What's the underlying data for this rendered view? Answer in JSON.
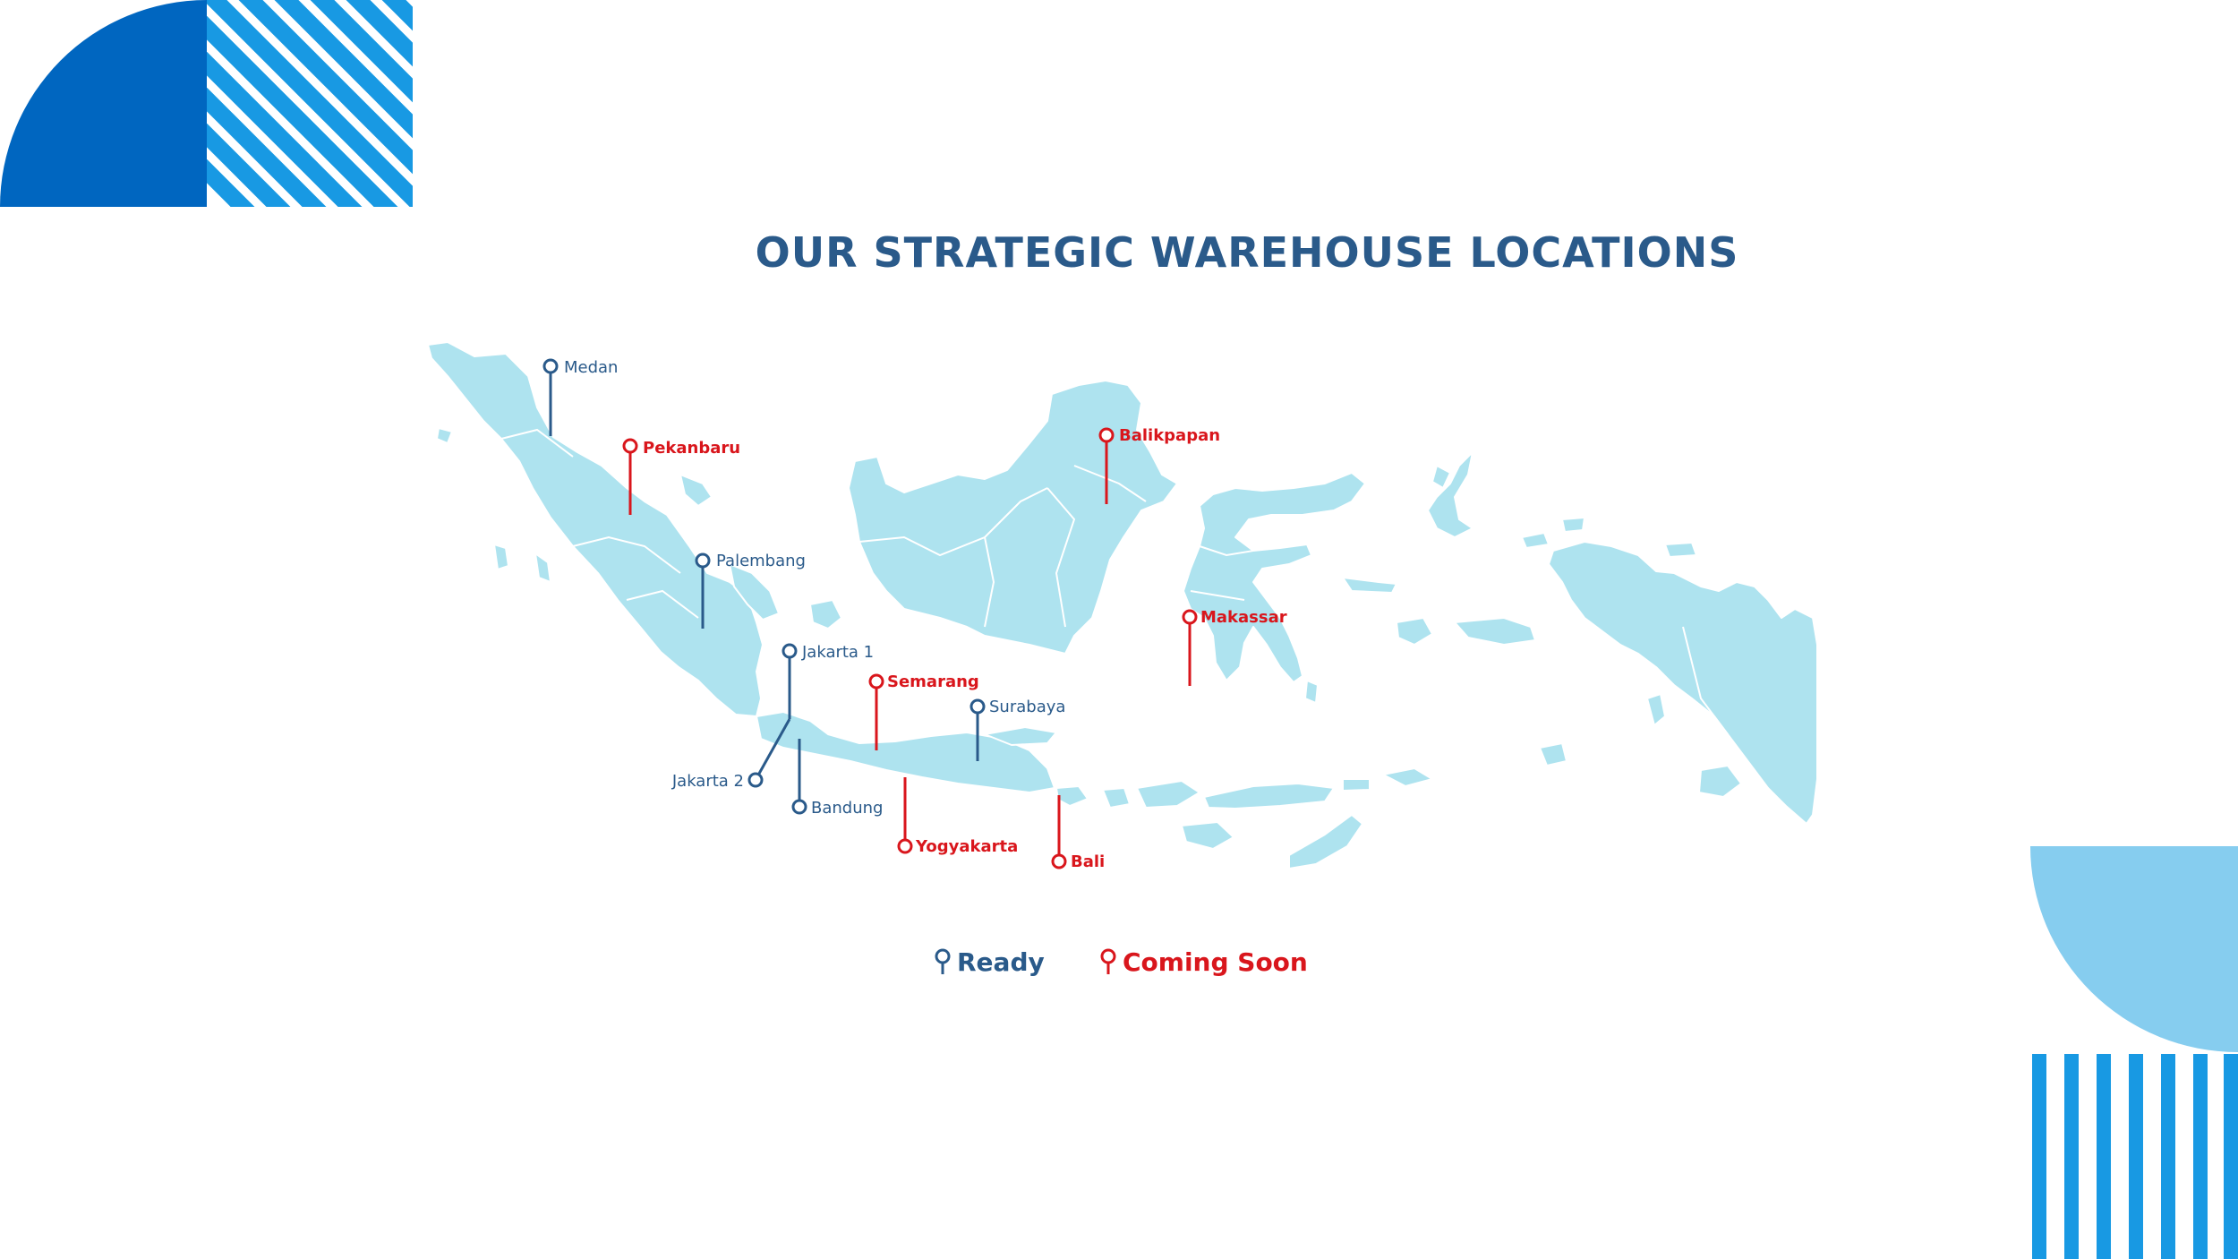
{
  "title": "OUR STRATEGIC WAREHOUSE LOCATIONS",
  "colors": {
    "ready": "#2a5a8a",
    "coming_soon": "#d9161c",
    "land": "#aee3ef",
    "deco_dark": "#0066c0",
    "deco_stripe": "#1899e3",
    "deco_light": "#86cdef"
  },
  "legend": {
    "ready": "Ready",
    "coming_soon": "Coming Soon"
  },
  "locations": [
    {
      "name": "Medan",
      "status": "ready"
    },
    {
      "name": "Pekanbaru",
      "status": "coming_soon"
    },
    {
      "name": "Palembang",
      "status": "ready"
    },
    {
      "name": "Jakarta 1",
      "status": "ready"
    },
    {
      "name": "Jakarta 2",
      "status": "ready"
    },
    {
      "name": "Bandung",
      "status": "ready"
    },
    {
      "name": "Semarang",
      "status": "coming_soon"
    },
    {
      "name": "Yogyakarta",
      "status": "coming_soon"
    },
    {
      "name": "Surabaya",
      "status": "ready"
    },
    {
      "name": "Bali",
      "status": "coming_soon"
    },
    {
      "name": "Balikpapan",
      "status": "coming_soon"
    },
    {
      "name": "Makassar",
      "status": "coming_soon"
    }
  ]
}
